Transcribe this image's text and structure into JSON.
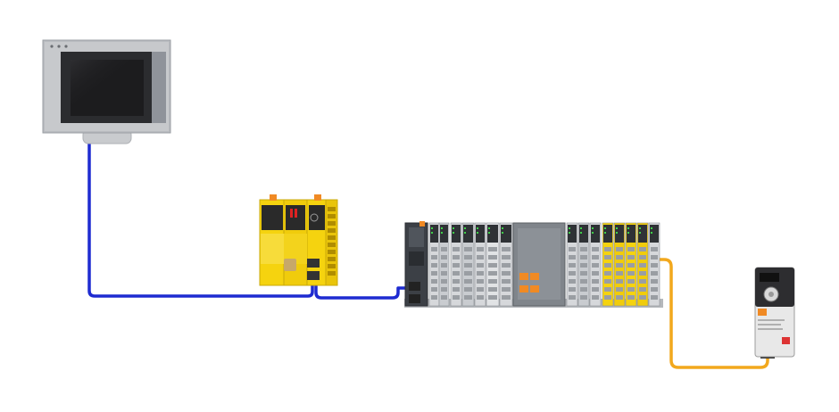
{
  "colors": {
    "ethernet_cable": "#1e2bd1",
    "serial_cable": "#f2a81d",
    "safety_yellow": "#f5d30f",
    "module_grey": "#d6d8db",
    "module_dark": "#3c4046",
    "hmi_frame": "#b9bcc0",
    "hmi_screen": "#1c1c1e",
    "drive_body": "#e8e8e8",
    "drive_top": "#2d2d30",
    "accent_orange": "#f08a24"
  },
  "devices": [
    {
      "id": "hmi-panel",
      "icon": "touch-panel-icon"
    },
    {
      "id": "safety-controller",
      "icon": "safety-plc-icon"
    },
    {
      "id": "io-rack",
      "icon": "io-system-icon"
    },
    {
      "id": "servo-drive",
      "icon": "drive-icon"
    }
  ],
  "connections": [
    {
      "from": "hmi-panel",
      "to": "safety-controller",
      "type": "ethernet"
    },
    {
      "from": "safety-controller",
      "to": "io-rack",
      "type": "ethernet"
    },
    {
      "from": "io-rack",
      "to": "servo-drive",
      "type": "serial"
    }
  ]
}
